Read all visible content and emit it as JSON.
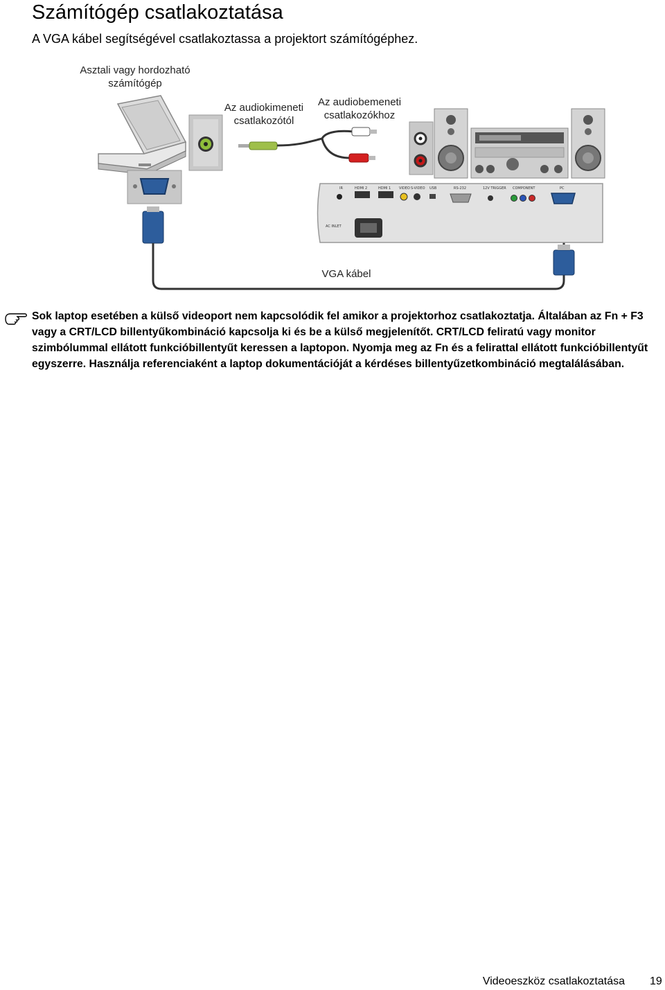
{
  "page": {
    "title": "Számítógép csatlakoztatása",
    "subtitle": "A VGA kábel segítségével csatlakoztassa a projektort számítógéphez."
  },
  "diagram": {
    "labels": {
      "computer": "Asztali vagy hordozható számítógép",
      "audio_out": "Az audiokimeneti csatlakozótól",
      "audio_in": "Az audiobemeneti csatlakozókhoz",
      "vga_cable": "VGA kábel"
    },
    "projector_ports": {
      "ir": "IR",
      "hdmi2": "HDMI 2",
      "hdmi1": "HDMI 1",
      "video": "VIDEO",
      "svideo": "S-VIDEO",
      "usb": "USB",
      "rs232": "RS-232",
      "trigger": "12V TRIGGER",
      "component": "COMPONENT",
      "pc": "PC",
      "ac_inlet": "AC INLET"
    }
  },
  "note": {
    "icon": "pointing-hand-icon",
    "text": "Sok laptop esetében a külső videoport nem kapcsolódik fel amikor a projektorhoz csatlakoztatja. Általában az Fn + F3 vagy a CRT/LCD billentyűkombináció kapcsolja ki és be a külső megjelenítőt. CRT/LCD feliratú vagy monitor szimbólummal ellátott funkcióbillentyűt keressen a laptopon. Nyomja meg az Fn és a felirattal ellátott funkcióbillentyűt egyszerre. Használja referenciaként a laptop dokumentációját a kérdéses billentyűzetkombináció megtalálásában."
  },
  "footer": {
    "section": "Videoeszköz csatlakoztatása",
    "page_number": "19"
  }
}
